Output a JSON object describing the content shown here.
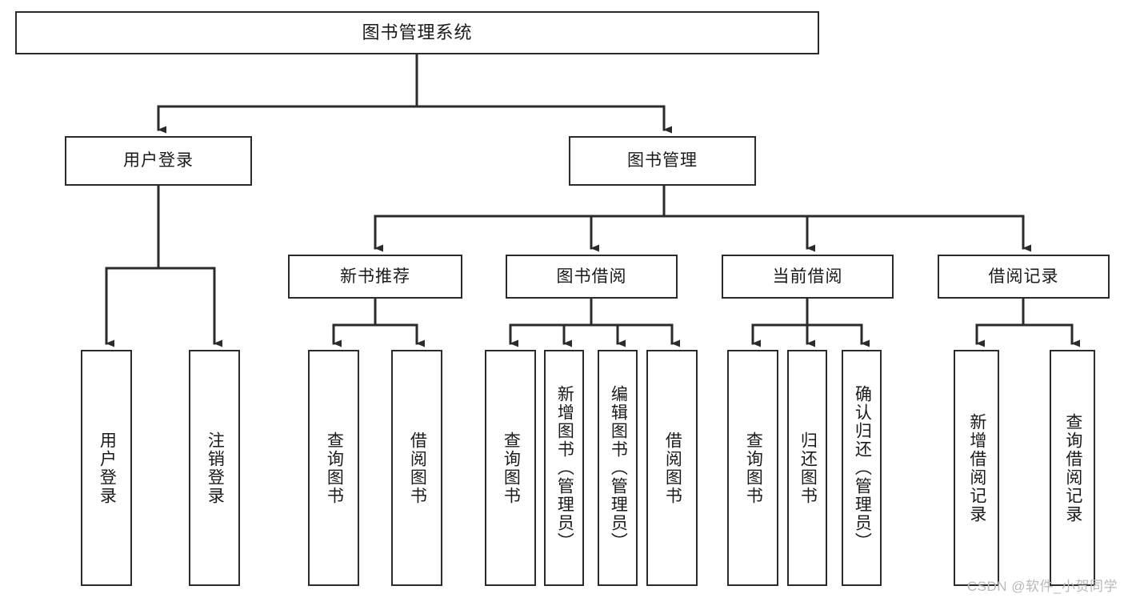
{
  "diagram": {
    "title": "图书管理系统",
    "type": "tree",
    "watermark": "CSDN @软件_小贺同学",
    "colors": {
      "box_border": "#2b2b2b",
      "box_fill": "#ffffff",
      "connector": "#2b2b2b",
      "text": "#1a1a1a",
      "watermark": "#b9b9b9",
      "background": "#ffffff"
    },
    "nodes": {
      "root": {
        "label": "图书管理系统"
      },
      "level1": [
        {
          "id": "user-login",
          "label": "用户登录"
        },
        {
          "id": "book-manage",
          "label": "图书管理"
        }
      ],
      "level2": [
        {
          "id": "new-book-recommend",
          "label": "新书推荐"
        },
        {
          "id": "book-borrow",
          "label": "图书借阅"
        },
        {
          "id": "current-borrow",
          "label": "当前借阅"
        },
        {
          "id": "borrow-record",
          "label": "借阅记录"
        }
      ],
      "leaves": {
        "user-login": [
          {
            "id": "leaf-user-login",
            "label": "用户登录"
          },
          {
            "id": "leaf-user-logout",
            "label": "注销登录"
          }
        ],
        "new-book-recommend": [
          {
            "id": "leaf-query-book-1",
            "label": "查询图书"
          },
          {
            "id": "leaf-borrow-book-1",
            "label": "借阅图书"
          }
        ],
        "book-borrow": [
          {
            "id": "leaf-query-book-2",
            "label": "查询图书"
          },
          {
            "id": "leaf-add-book",
            "label": "新增图书（管理员）"
          },
          {
            "id": "leaf-edit-book",
            "label": "编辑图书（管理员）"
          },
          {
            "id": "leaf-borrow-book-2",
            "label": "借阅图书"
          }
        ],
        "current-borrow": [
          {
            "id": "leaf-query-book-3",
            "label": "查询图书"
          },
          {
            "id": "leaf-return-book",
            "label": "归还图书"
          },
          {
            "id": "leaf-confirm-return",
            "label": "确认归还（管理员）"
          }
        ],
        "borrow-record": [
          {
            "id": "leaf-add-record",
            "label": "新增借阅记录"
          },
          {
            "id": "leaf-query-record",
            "label": "查询借阅记录"
          }
        ]
      }
    }
  }
}
